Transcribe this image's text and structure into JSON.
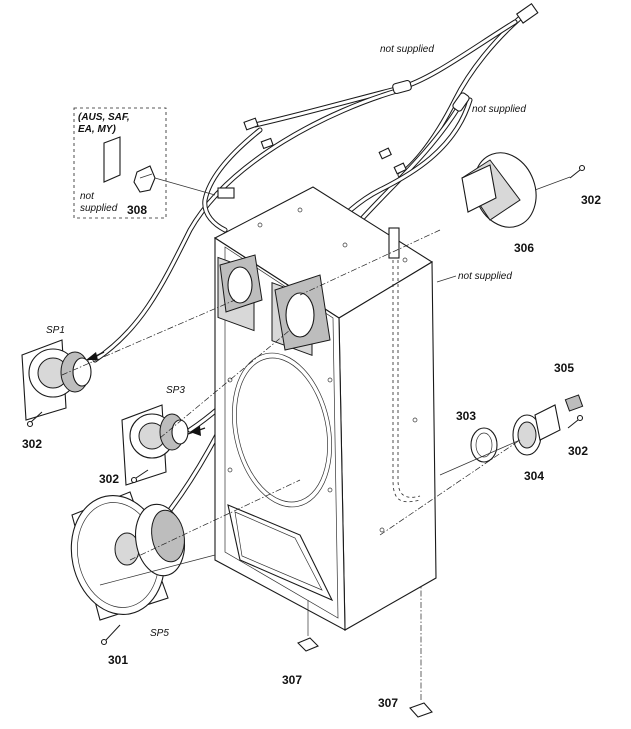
{
  "labels": {
    "not_supplied": "not supplied",
    "not_supplied_line1": "not",
    "not_supplied_line2": "supplied",
    "region_line1": "(AUS, SAF,",
    "region_line2": "EA, MY)",
    "sp1": "SP1",
    "sp3": "SP3",
    "sp5": "SP5",
    "p301": "301",
    "p302": "302",
    "p303": "303",
    "p304": "304",
    "p305": "305",
    "p306": "306",
    "p307": "307",
    "p308": "308"
  }
}
